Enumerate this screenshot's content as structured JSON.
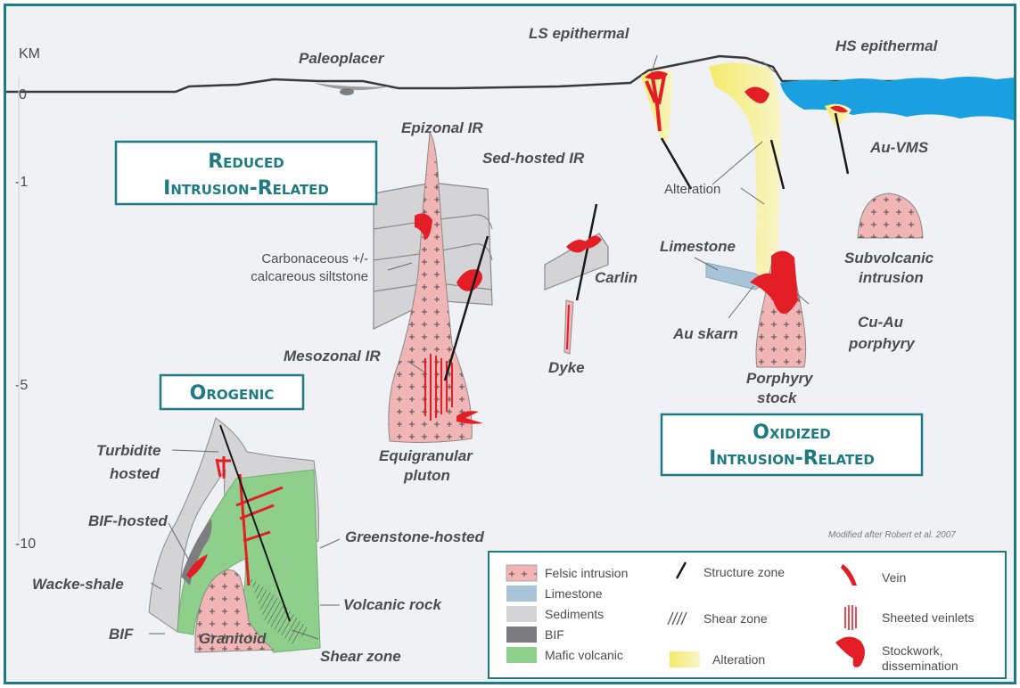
{
  "axis": {
    "unit": "KM",
    "ticks": [
      "0",
      "-1",
      "-5",
      "-10"
    ]
  },
  "titles": {
    "reduced_line1": "Reduced",
    "reduced_line2": "Intrusion-Related",
    "orogenic": "Orogenic",
    "oxidized_line1": "Oxidized",
    "oxidized_line2": "Intrusion-Related"
  },
  "labels": {
    "paleoplacer": "Paleoplacer",
    "ls_epithermal": "LS epithermal",
    "hs_epithermal": "HS epithermal",
    "epizonal_ir": "Epizonal IR",
    "sed_hosted_ir": "Sed-hosted IR",
    "au_vms": "Au-VMS",
    "alteration": "Alteration",
    "carbonaceous_1": "Carbonaceous +/-",
    "carbonaceous_2": "calcareous siltstone",
    "carlin": "Carlin",
    "limestone": "Limestone",
    "subvolcanic_1": "Subvolcanic",
    "subvolcanic_2": "intrusion",
    "au_skarn": "Au skarn",
    "cu_au_1": "Cu-Au",
    "cu_au_2": "porphyry",
    "mesozonal_ir": "Mesozonal IR",
    "dyke": "Dyke",
    "porphyry_1": "Porphyry",
    "porphyry_2": "stock",
    "turbidite_1": "Turbidite",
    "turbidite_2": "hosted",
    "equigranular_1": "Equigranular",
    "equigranular_2": "pluton",
    "bif_hosted": "BIF-hosted",
    "greenstone_hosted": "Greenstone-hosted",
    "wacke_shale": "Wacke-shale",
    "volcanic_rock": "Volcanic rock",
    "bif": "BIF",
    "granitoid": "Granitoid",
    "shear_zone": "Shear zone"
  },
  "credit": "Modified after Robert et al. 2007",
  "legend": {
    "felsic": "Felsic intrusion",
    "limestone": "Limestone",
    "sediments": "Sediments",
    "bif": "BIF",
    "mafic": "Mafic volcanic",
    "structure": "Structure zone",
    "shear": "Shear zone",
    "alteration": "Alteration",
    "vein": "Vein",
    "sheeted": "Sheeted veinlets",
    "stockwork_1": "Stockwork,",
    "stockwork_2": "dissemination"
  },
  "colors": {
    "frame": "#1e7b82",
    "felsic": "#f2b5b5",
    "limestone": "#a8c4d8",
    "sediments": "#d4d4d6",
    "bif": "#7d7d80",
    "mafic": "#8fcf8c",
    "alteration": "#f5ea6a",
    "vein": "#e41e26",
    "sea": "#1aa0e0"
  }
}
